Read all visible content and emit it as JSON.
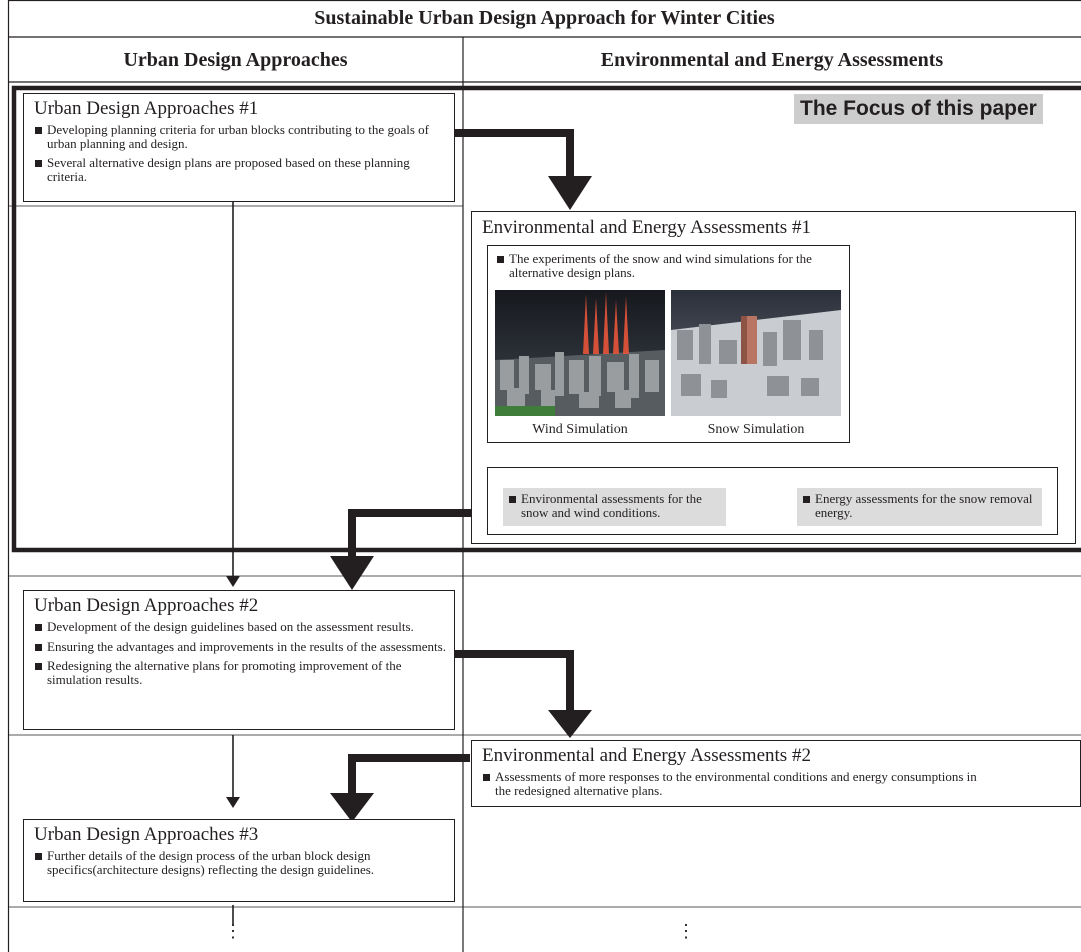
{
  "title": "Sustainable Urban Design Approach for Winter Cities",
  "columns": {
    "left": "Urban Design Approaches",
    "right": "Environmental and Energy Assessments"
  },
  "focus_label": "The Focus of this paper",
  "uda1": {
    "title": "Urban Design Approaches #1",
    "items": [
      "Developing planning criteria for urban blocks contributing to the goals of urban planning and design.",
      "Several alternative design plans are proposed based on these planning criteria."
    ]
  },
  "eea1": {
    "title": "Environmental and Energy Assessments #1",
    "sim_item": "The experiments of the snow and wind simulations for the alternative design plans.",
    "captions": [
      "Wind Simulation",
      "Snow Simulation"
    ],
    "results": [
      "Environmental assessments for the snow and wind conditions.",
      "Energy assessments for the snow removal energy."
    ]
  },
  "uda2": {
    "title": "Urban Design Approaches #2",
    "items": [
      "Development of the design guidelines based on the assessment results.",
      "Ensuring the advantages and improvements in the results of the assessments.",
      "Redesigning the alternative plans for promoting improvement of the simulation results."
    ]
  },
  "eea2": {
    "title": "Environmental and Energy Assessments #2",
    "items": [
      "Assessments of more responses to the environmental conditions and energy consumptions in the redesigned alternative plans."
    ]
  },
  "uda3": {
    "title": "Urban Design Approaches #3",
    "items": [
      "Further details of the design process of the urban block design specifics(architecture designs) reflecting the design guidelines."
    ]
  },
  "continuation": [
    "⋮",
    "⋮"
  ],
  "colors": {
    "line": "#231f20",
    "focus_bg": "#cdcdcd",
    "result_bg": "#dcdcdc",
    "wind_cone": "#e8553a"
  }
}
